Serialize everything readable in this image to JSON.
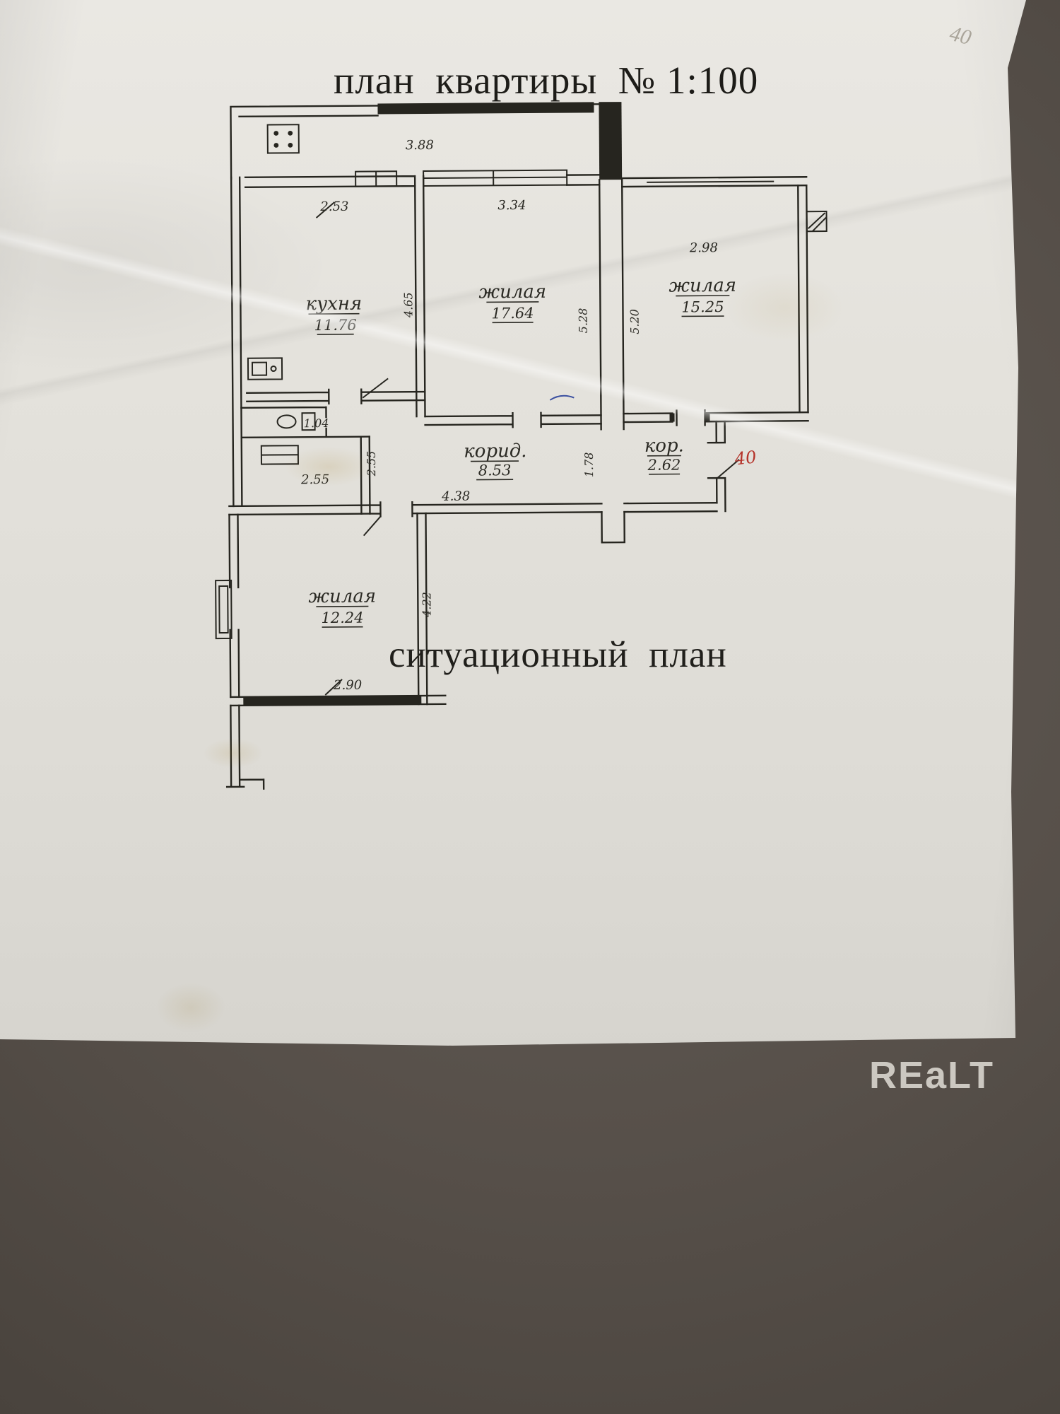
{
  "titles": {
    "main": "план  квартиры  № 1:100",
    "situational": "ситуационный  план"
  },
  "notes": {
    "apartment_number": "40",
    "corner_pencil": "40",
    "watermark": "REaLT"
  },
  "colors": {
    "paper": "#e4e2dc",
    "background": "#57504a",
    "ink": "#26251f",
    "red_note": "#b5332a",
    "blue_pen": "#3a4fa0",
    "watermark": "#ccc8c1"
  },
  "rooms": {
    "kitchen": {
      "name": "кухня",
      "area": "11.76",
      "width": "2.53",
      "depth": "4.65"
    },
    "living1": {
      "name": "жилая",
      "area": "17.64",
      "width": "3.34",
      "depth": "5.28"
    },
    "living2": {
      "name": "жилая",
      "area": "15.25",
      "width": "2.98",
      "depth": "5.20"
    },
    "living3": {
      "name": "жилая",
      "area": "12.24",
      "width": "2.90",
      "depth": "4.22"
    },
    "corridor": {
      "name": "корид.",
      "area": "8.53",
      "length": "4.38",
      "width": "1.78"
    },
    "hall": {
      "name": "кор.",
      "area": "2.62"
    },
    "bath": {
      "area": "2.55",
      "depth": "2.55"
    },
    "wc": {
      "area": "1.04"
    },
    "loggia": {
      "width": "3.88"
    }
  }
}
